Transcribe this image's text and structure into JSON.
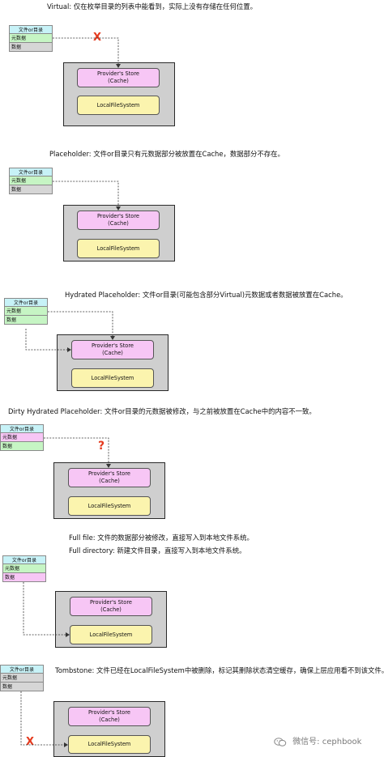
{
  "table": {
    "header": "文件or目录",
    "row_meta": "元数据",
    "row_data": "数据"
  },
  "provider_store": {
    "line1": "Provider's Store",
    "line2": "(Cache)"
  },
  "local_fs": "LocalFileSystem",
  "marks": {
    "x": "X",
    "q": "?"
  },
  "sections": [
    {
      "caption": "Virtual: 仅在枚举目录的列表中能看到，实际上没有存储在任何位置。"
    },
    {
      "caption": "Placeholder: 文件or目录只有元数据部分被放置在Cache，数据部分不存在。"
    },
    {
      "caption": "Hydrated Placeholder: 文件or目录(可能包含部分Virtual)元数据或者数据被放置在Cache。"
    },
    {
      "caption": "Dirty Hydrated Placeholder: 文件or目录的元数据被修改，与之前被放置在Cache中的内容不一致。"
    },
    {
      "caption": "Full file: 文件的数据部分被修改，直接写入到本地文件系统。",
      "caption2": "Full directory: 新建文件目录，直接写入到本地文件系统。"
    },
    {
      "caption": "Tombstone: 文件已经在LocalFileSystem中被删除，标记其删除状态清空缓存，确保上层应用看不到该文件。"
    }
  ],
  "colors": {
    "header": "#c7f2f7",
    "meta": "#c6f5c4",
    "data": "#d6d6d6",
    "dirty": "#f7c6f5",
    "store": "#f7c6f5",
    "lfs": "#fbf4ae",
    "mark": "#e53a1e"
  },
  "watermark": {
    "icon": "wechat-icon",
    "text": "微信号: cephbook"
  }
}
